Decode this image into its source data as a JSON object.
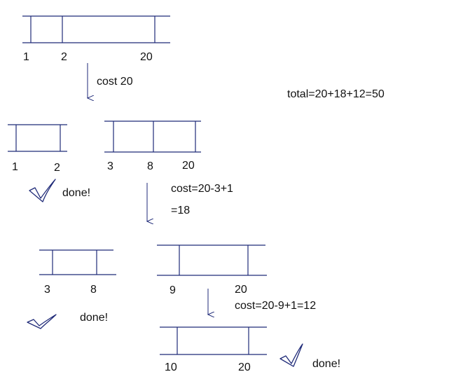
{
  "colors": {
    "line": "#1f2a78",
    "text": "#111111",
    "background": "#ffffff"
  },
  "icons": [
    "checkmark-icon",
    "down-arrow-icon"
  ],
  "total": "total=20+18+12=50",
  "step1": {
    "labels": [
      "1",
      "2",
      "20"
    ],
    "cost": "cost 20"
  },
  "step2": {
    "left": {
      "labels": [
        "1",
        "2"
      ],
      "status": "done!"
    },
    "right": {
      "labels": [
        "3",
        "8",
        "20"
      ]
    },
    "cost_line1": "cost=20-3+1",
    "cost_line2": "=18"
  },
  "step3": {
    "left": {
      "labels": [
        "3",
        "8"
      ],
      "status": "done!"
    },
    "right": {
      "labels": [
        "9",
        "20"
      ]
    },
    "cost": "cost=20-9+1=12"
  },
  "step4": {
    "bottom": {
      "labels": [
        "10",
        "20"
      ],
      "status": "done!"
    }
  }
}
